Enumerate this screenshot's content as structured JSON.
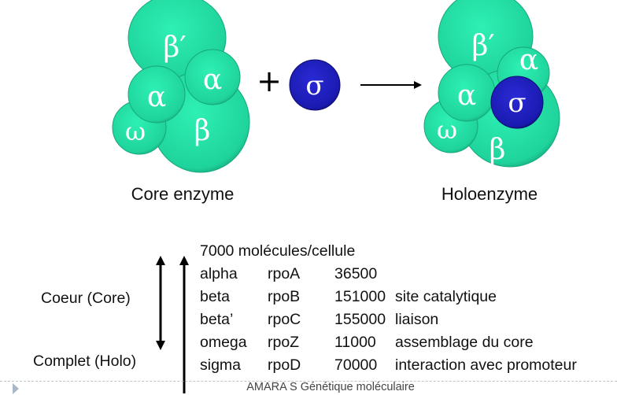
{
  "diagram": {
    "core_label": "Core enzyme",
    "holo_label": "Holoenzyme",
    "plus": "+",
    "subunits": {
      "beta_prime": "β′",
      "beta": "β",
      "alpha": "α",
      "omega": "ω",
      "sigma": "σ"
    },
    "colors": {
      "subunit": "#1fd9a0",
      "subunit_edge": "#16a77b",
      "sigma": "#1c1cb8"
    }
  },
  "table": {
    "header": "7000 molécules/cellule",
    "rows": [
      {
        "name": "alpha",
        "gene": "rpoA",
        "mass": "36500",
        "role": ""
      },
      {
        "name": "beta",
        "gene": "rpoB",
        "mass": "151000",
        "role": "site catalytique"
      },
      {
        "name": "beta’",
        "gene": "rpoC",
        "mass": "155000",
        "role": "liaison"
      },
      {
        "name": "omega",
        "gene": "rpoZ",
        "mass": "11000",
        "role": "assemblage du core"
      },
      {
        "name": "sigma",
        "gene": "rpoD",
        "mass": "70000",
        "role": "interaction avec promoteur"
      }
    ],
    "core_label": "Coeur (Core)",
    "holo_label": "Complet (Holo)"
  },
  "footer": {
    "text": "AMARA S Génétique moléculaire"
  }
}
